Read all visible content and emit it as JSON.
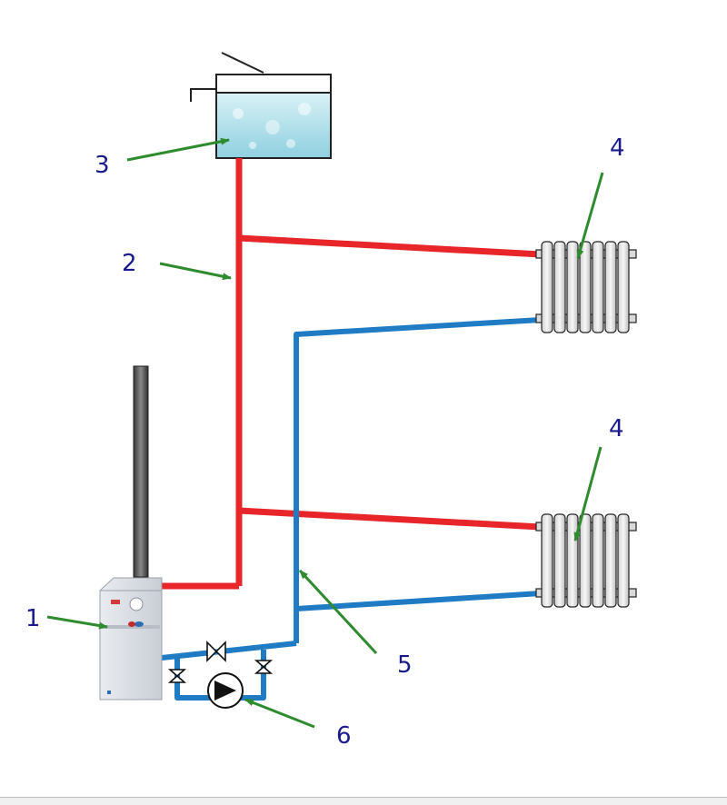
{
  "labels": {
    "boiler": "1",
    "supply_riser": "2",
    "expansion_tank": "3",
    "radiator_top": "4",
    "radiator_bottom": "4",
    "return_pipe": "5",
    "pump": "6"
  },
  "colors": {
    "supply": "#e8262a",
    "return": "#1e7bc4",
    "arrow": "#2e8b2e",
    "label": "#1a1a8c"
  },
  "icons": [
    "expansion-tank-icon",
    "radiator-icon",
    "boiler-icon",
    "chimney-icon",
    "circulation-pump-icon",
    "valve-icon"
  ]
}
